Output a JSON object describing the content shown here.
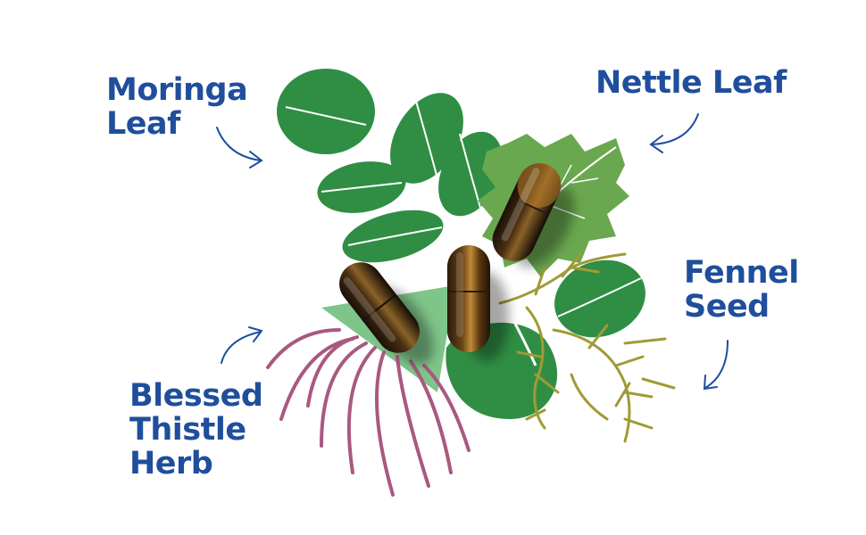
{
  "labels": {
    "moringa": [
      "Moringa",
      "Leaf"
    ],
    "nettle": [
      "Nettle Leaf"
    ],
    "fennel": [
      "Fennel",
      "Seed"
    ],
    "thistle": [
      "Blessed",
      "Thistle",
      "Herb"
    ]
  },
  "colors": {
    "text": "#1f4e9c",
    "moringa_green": "#2f8e44",
    "nettle_green": "#6aa84f",
    "thistle_triangle": "#7fc58a",
    "thistle_pink": "#a8597f",
    "fennel_olive": "#a19a36",
    "capsule_amber": "#7a4a14"
  }
}
